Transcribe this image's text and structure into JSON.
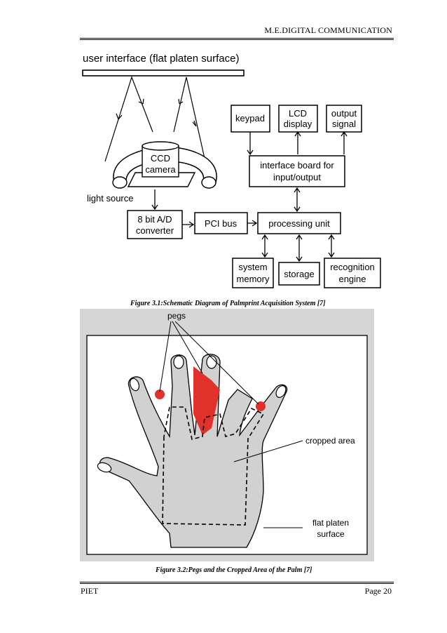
{
  "header": {
    "title": "M.E.DIGITAL COMMUNICATION"
  },
  "figure1": {
    "title": "user interface (flat platen surface)",
    "camera": [
      "CCD",
      "camera"
    ],
    "light_source": "light source",
    "adc": [
      "8 bit A/D",
      "converter"
    ],
    "pci": "PCI bus",
    "processing": "processing unit",
    "keypad": "keypad",
    "lcd": [
      "LCD",
      "display"
    ],
    "output": [
      "output",
      "signal"
    ],
    "interface_board": [
      "interface board for",
      "input/output"
    ],
    "system_memory": [
      "system",
      "memory"
    ],
    "storage": "storage",
    "recognition": [
      "recognition",
      "engine"
    ],
    "caption": "Figure 3.1:Schematic Diagram of Palmprint Acquisition System [7]"
  },
  "figure2": {
    "pegs": "pegs",
    "cropped_area": "cropped area",
    "platen": [
      "flat platen",
      "surface"
    ],
    "caption": "Figure 3.2:Pegs and the Cropped Area of the Palm [7]",
    "peg_color": "#e0322a",
    "hand_color": "#d1d1d1"
  },
  "footer": {
    "left": "PIET",
    "right": "Page 20"
  }
}
